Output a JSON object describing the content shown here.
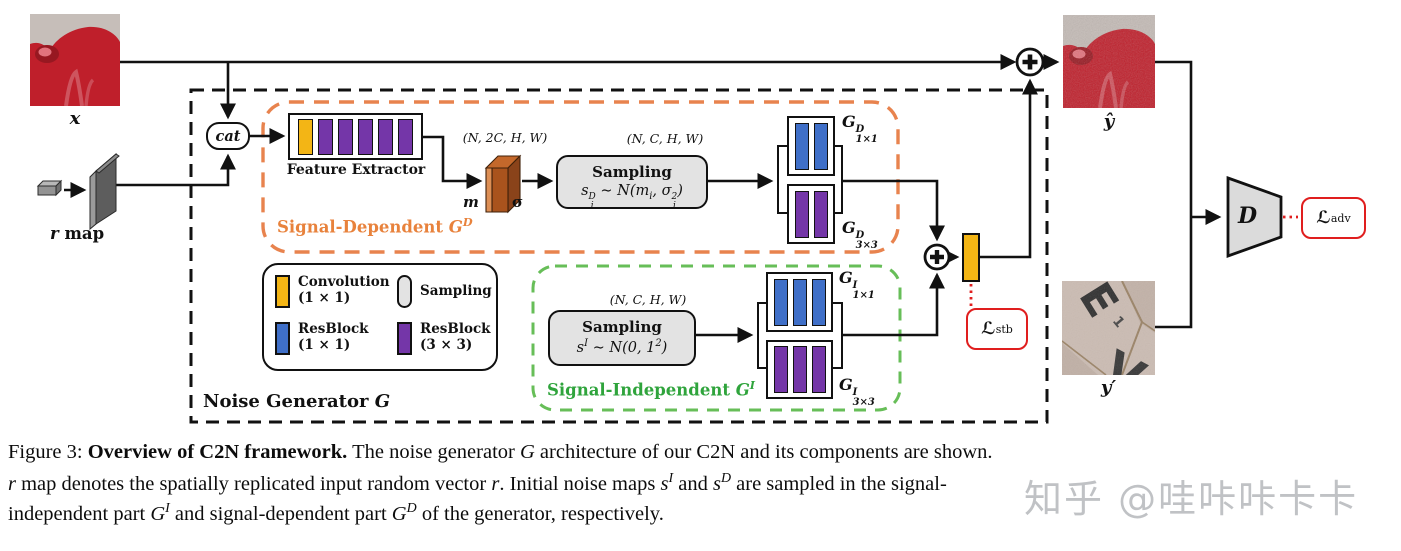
{
  "colors": {
    "conv_yellow": "#F3B515",
    "resblock_blue": "#3F6FC8",
    "resblock_purple": "#7436A8",
    "sampling_gray": "#E3E3E3",
    "signal_dependent_orange": "#E8834E",
    "signal_independent_green": "#67BE58",
    "loss_red": "#E01E1E"
  },
  "diagram": {
    "input_image_label": "x",
    "r_map_r": "r",
    "r_map_rest": " map",
    "cat_label": "cat",
    "noise_generator_text": "Noise Generator ",
    "noise_generator_G": "G",
    "signal_dependent": {
      "title_text": "Signal-Dependent ",
      "title_G": "G",
      "title_G_sup": "D",
      "feature_extractor_label": "Feature Extractor",
      "fe_blocks": [
        "conv1x1",
        "res3x3",
        "res3x3",
        "res3x3",
        "res3x3",
        "res3x3"
      ],
      "shape_label": "(N, 2C, H, W)",
      "m_label": "m",
      "sigma_label": "σ",
      "sampling_shape_label": "(N, C, H, W)",
      "sampling_title": "Sampling",
      "formula": {
        "s": "s",
        "s_sup": "D",
        "s_sub": "i",
        "mid": " ∼ ",
        "script_N": "N",
        "open": "(m",
        "m_sub": "i",
        "comma": ", σ",
        "sig_sup": "2",
        "sig_sub": "i",
        "close": ")"
      },
      "g1x1": {
        "G": "G",
        "sup": "D",
        "sub": "1×1",
        "blocks": [
          "res1x1",
          "res1x1"
        ]
      },
      "g3x3": {
        "G": "G",
        "sup": "D",
        "sub": "3×3",
        "blocks": [
          "res3x3",
          "res3x3"
        ]
      }
    },
    "signal_independent": {
      "title_text": "Signal-Independent ",
      "title_G": "G",
      "title_G_sup": "I",
      "sampling_shape_label": "(N, C, H, W)",
      "sampling_title": "Sampling",
      "formula": {
        "s": "s",
        "s_sup": "I",
        "mid": " ∼ ",
        "script_N": "N",
        "args": "(0, 1",
        "sq_sup": "2",
        "close": ")"
      },
      "g1x1": {
        "G": "G",
        "sup": "I",
        "sub": "1×1",
        "blocks": [
          "res1x1",
          "res1x1",
          "res1x1"
        ]
      },
      "g3x3": {
        "G": "G",
        "sup": "I",
        "sub": "3×3",
        "blocks": [
          "res3x3",
          "res3x3",
          "res3x3"
        ]
      }
    },
    "legend": {
      "items": [
        {
          "line1": "Convolution",
          "line2": "(1 × 1)"
        },
        {
          "line1": "Sampling",
          "line2": ""
        },
        {
          "line1": "ResBlock",
          "line2": "(1 × 1)"
        },
        {
          "line1": "ResBlock",
          "line2": "(3 × 3)"
        }
      ]
    },
    "losses": {
      "stb_L": "ℒ",
      "stb_sub": "stb",
      "adv_L": "ℒ",
      "adv_sub": "adv"
    },
    "discriminator_label": "D",
    "output_image_label": "ŷ",
    "clean_image_label": "y′"
  },
  "caption": {
    "p1": "Figure 3: ",
    "p2": "Overview of C2N framework.",
    "p3": " The noise generator ",
    "p4": "G",
    "p5": " architecture of our C2N and its components are shown.",
    "p6": "r",
    "p7": " map denotes the spatially replicated input random vector ",
    "p8": "r",
    "p9": ".  Initial noise maps ",
    "p10": "s",
    "p10sup": "I",
    "p11": " and ",
    "p12": "s",
    "p12sup": "D",
    "p13": " are sampled in the signal-",
    "p14": "independent part ",
    "p15": "G",
    "p15sup": "I",
    "p16": " and signal-dependent part ",
    "p17": "G",
    "p17sup": "D",
    "p18": " of the generator, respectively."
  },
  "watermark": "知乎 @哇咔咔卡卡"
}
